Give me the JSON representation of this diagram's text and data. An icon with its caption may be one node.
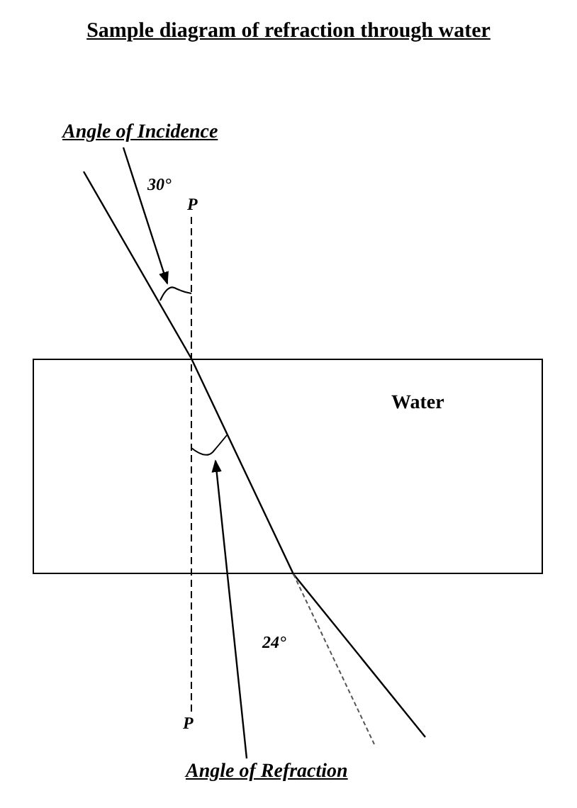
{
  "diagram": {
    "title": "Sample diagram of refraction through water",
    "nodes": [
      {
        "text": [
          "Angle of Incidence"
        ]
      },
      {
        "text": [],
        "shape": "arc"
      },
      {
        "text": [
          "Water"
        ]
      },
      {
        "text": [],
        "shape": "arc",
        "in": 2
      },
      {
        "text": [
          "Angle of Refraction"
        ]
      }
    ],
    "edges": [
      {
        "from": 0,
        "to": 1,
        "arrow": "to"
      },
      {
        "from": 4,
        "to": 3,
        "arrow": "to"
      }
    ],
    "labels": [
      "30°",
      "P",
      "P",
      "24°"
    ]
  }
}
